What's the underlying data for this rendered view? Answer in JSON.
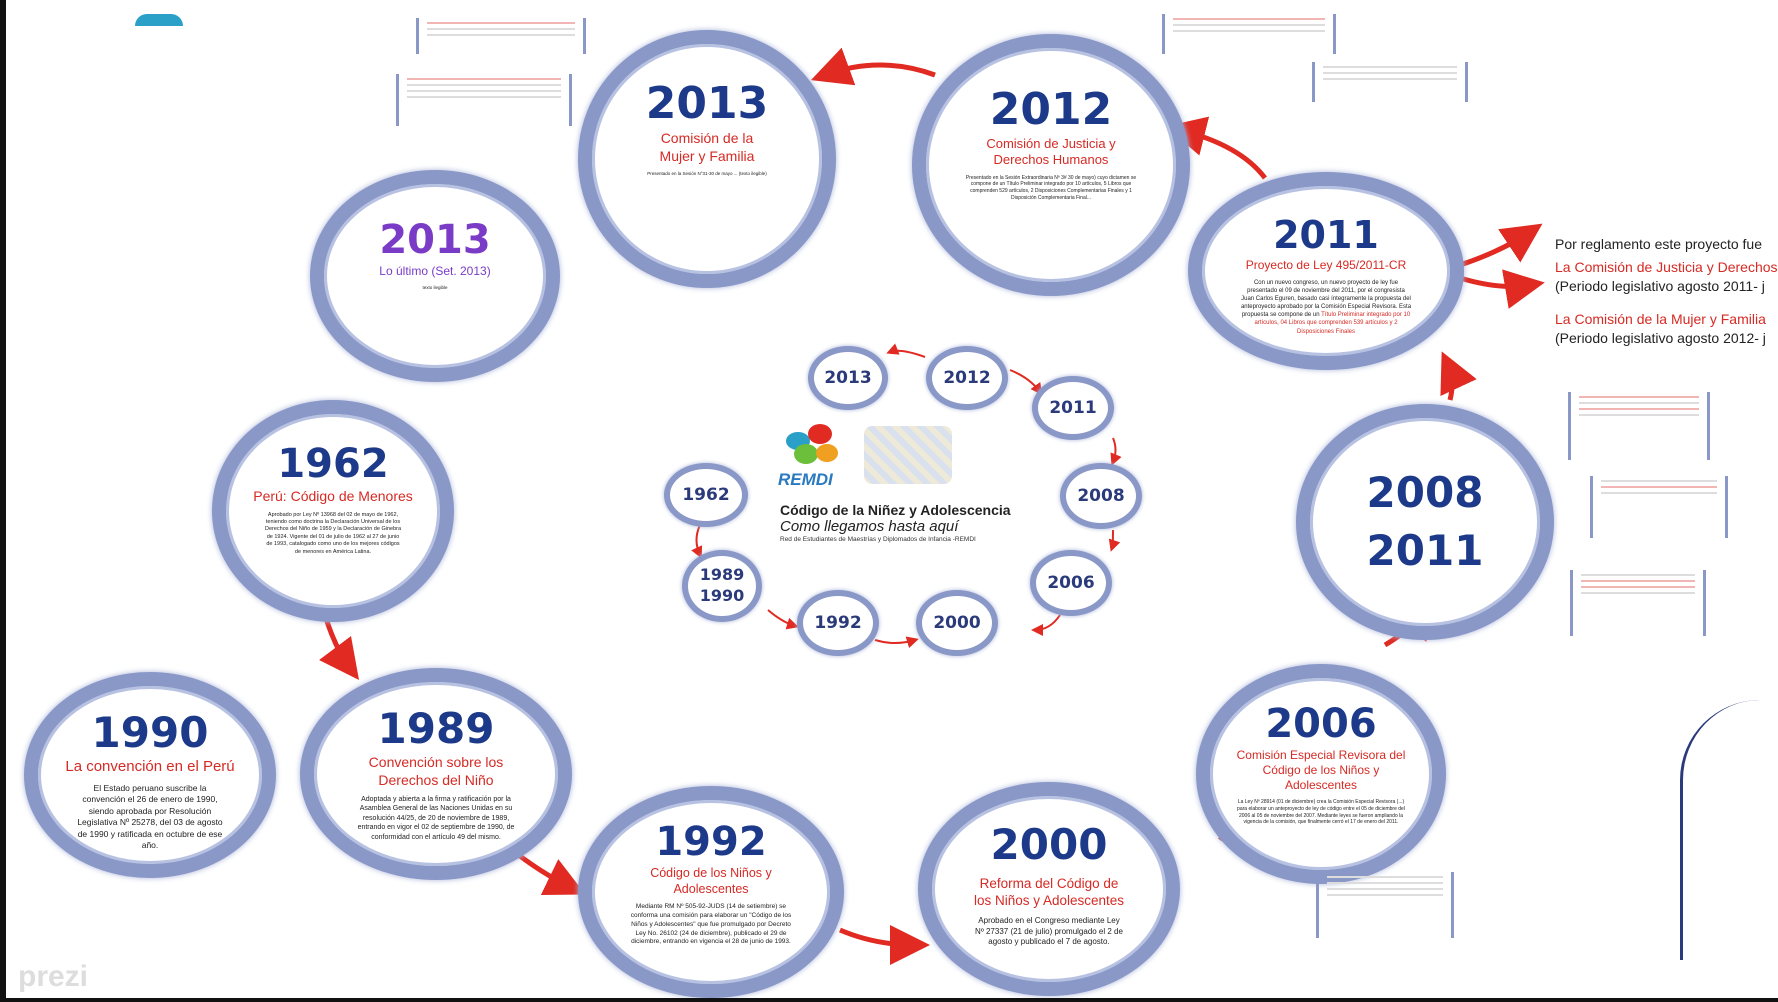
{
  "colors": {
    "accent_red": "#d62a24",
    "ring": "#8a98c8",
    "year_blue": "#1d3a8a",
    "purple": "#7a3cc6"
  },
  "center": {
    "logo_text": "REMDI",
    "title": "Código de la Niñez y Adolescencia",
    "subtitle": "Como llegamos hasta aquí",
    "credit": "Red de Estudiantes de Maestrías y Diplomados de Infancia -REMDI",
    "small_years": [
      "2013",
      "2012",
      "2011",
      "2008",
      "2006",
      "2000",
      "1992",
      "1989\n1990",
      "1962"
    ]
  },
  "nodes": {
    "y2013a": {
      "year": "2013",
      "title": "Comisión de la Mujer y Familia",
      "body": "Presentado en la Sesión N°31-30 de mayo ... (texto ilegible)"
    },
    "y2012": {
      "year": "2012",
      "title": "Comisión de Justicia y Derechos Humanos",
      "body": "Presentado en la Sesión Extraordinaria Nº 3# 30 de mayo) cuyo dictamen se compone de un Título Preliminar integrado por 10 artículos, 5 Libros que comprenden 529 artículos, 2 Disposiciones Complementarias Finales y 1 Disposición Complementaria Final..."
    },
    "y2013b": {
      "year": "2013",
      "title": "Lo último (Set. 2013)",
      "body": "texto ilegible"
    },
    "y2011": {
      "year": "2011",
      "title": "Proyecto de Ley 495/2011-CR",
      "body": "Con un nuevo congreso, un nuevo proyecto de ley fue presentado el 09 de noviembre del 2011, por el congresista Juan Carlos Eguren, basado casi íntegramente la propuesta del anteproyecto aprobado por la Comisión Especial Revisora. Esta propuesta se compone de un",
      "body_hl": "Título Preliminar integrado por 10 artículos, 04 Libros que comprenden 539 artículos y 2 Disposiciones Finales"
    },
    "y1962": {
      "year": "1962",
      "title": "Perú: Código de Menores",
      "body": "Aprobado por Ley Nº 13968 del 02 de mayo de 1962, teniendo como doctrina la Declaración Universal de los Derechos del Niño de 1959 y la Declaración de Ginebra de 1924. Vigente del 01 de julio de 1962 al 27 de junio de 1993, catalogado como uno de los mejores códigos de menores en América Latina."
    },
    "y2008": {
      "year1": "2008",
      "year2": "2011"
    },
    "y1990": {
      "year": "1990",
      "title": "La convención en el Perú",
      "body": "El Estado peruano suscribe la convención el 26 de enero de 1990, siendo aprobada por Resolución Legislativa Nº 25278, del 03 de agosto de 1990 y ratificada en octubre de ese año."
    },
    "y1989": {
      "year": "1989",
      "title": "Convención sobre los Derechos del Niño",
      "body": "Adoptada y abierta a la firma y ratificación por la Asamblea General de las Naciones Unidas en su resolución 44/25, de 20 de noviembre de 1989, entrando en vigor el 02 de septiembre de 1990, de conformidad con el artículo 49 del mismo."
    },
    "y1992": {
      "year": "1992",
      "title": "Código de los Niños y Adolescentes",
      "body": "Mediante RM Nº 505-92-JUDS (14 de setiembre) se conforma una comisión para elaborar un \"Código de los Niños y Adolescentes\" que fue promulgado por Decreto Ley No. 26102 (24 de diciembre), publicado el 29 de diciembre, entrando en vigencia el 28 de junio de 1993."
    },
    "y2000": {
      "year": "2000",
      "title": "Reforma del Código de los Niños y Adolescentes",
      "body": "Aprobado en el Congreso mediante Ley Nº 27337 (21 de julio) promulgado el 2 de agosto y publicado el 7 de agosto."
    },
    "y2006": {
      "year": "2006",
      "title": "Comisión Especial Revisora del Código de los Niños y Adolescentes",
      "body": "La Ley Nº 28914 (01 de diciembre) crea la Comisión Especial Revisora (...) para elaborar un anteproyecto de ley de código entre el 05 de diciembre del 2006 al 05 de noviembre del 2007. Mediante leyes se fueron ampliando la vigencia de la comisión, que finalmente cerró el 17 de enero del 2011."
    }
  },
  "sidenote": {
    "line1": "Por reglamento este proyecto fue",
    "line2": "La Comisión de Justicia y Derechos",
    "line3": "(Periodo legislativo agosto 2011- j",
    "line4": "La Comisión de la Mujer y Familia",
    "line5": "(Periodo legislativo agosto 2012- j"
  },
  "watermark": "prezi"
}
